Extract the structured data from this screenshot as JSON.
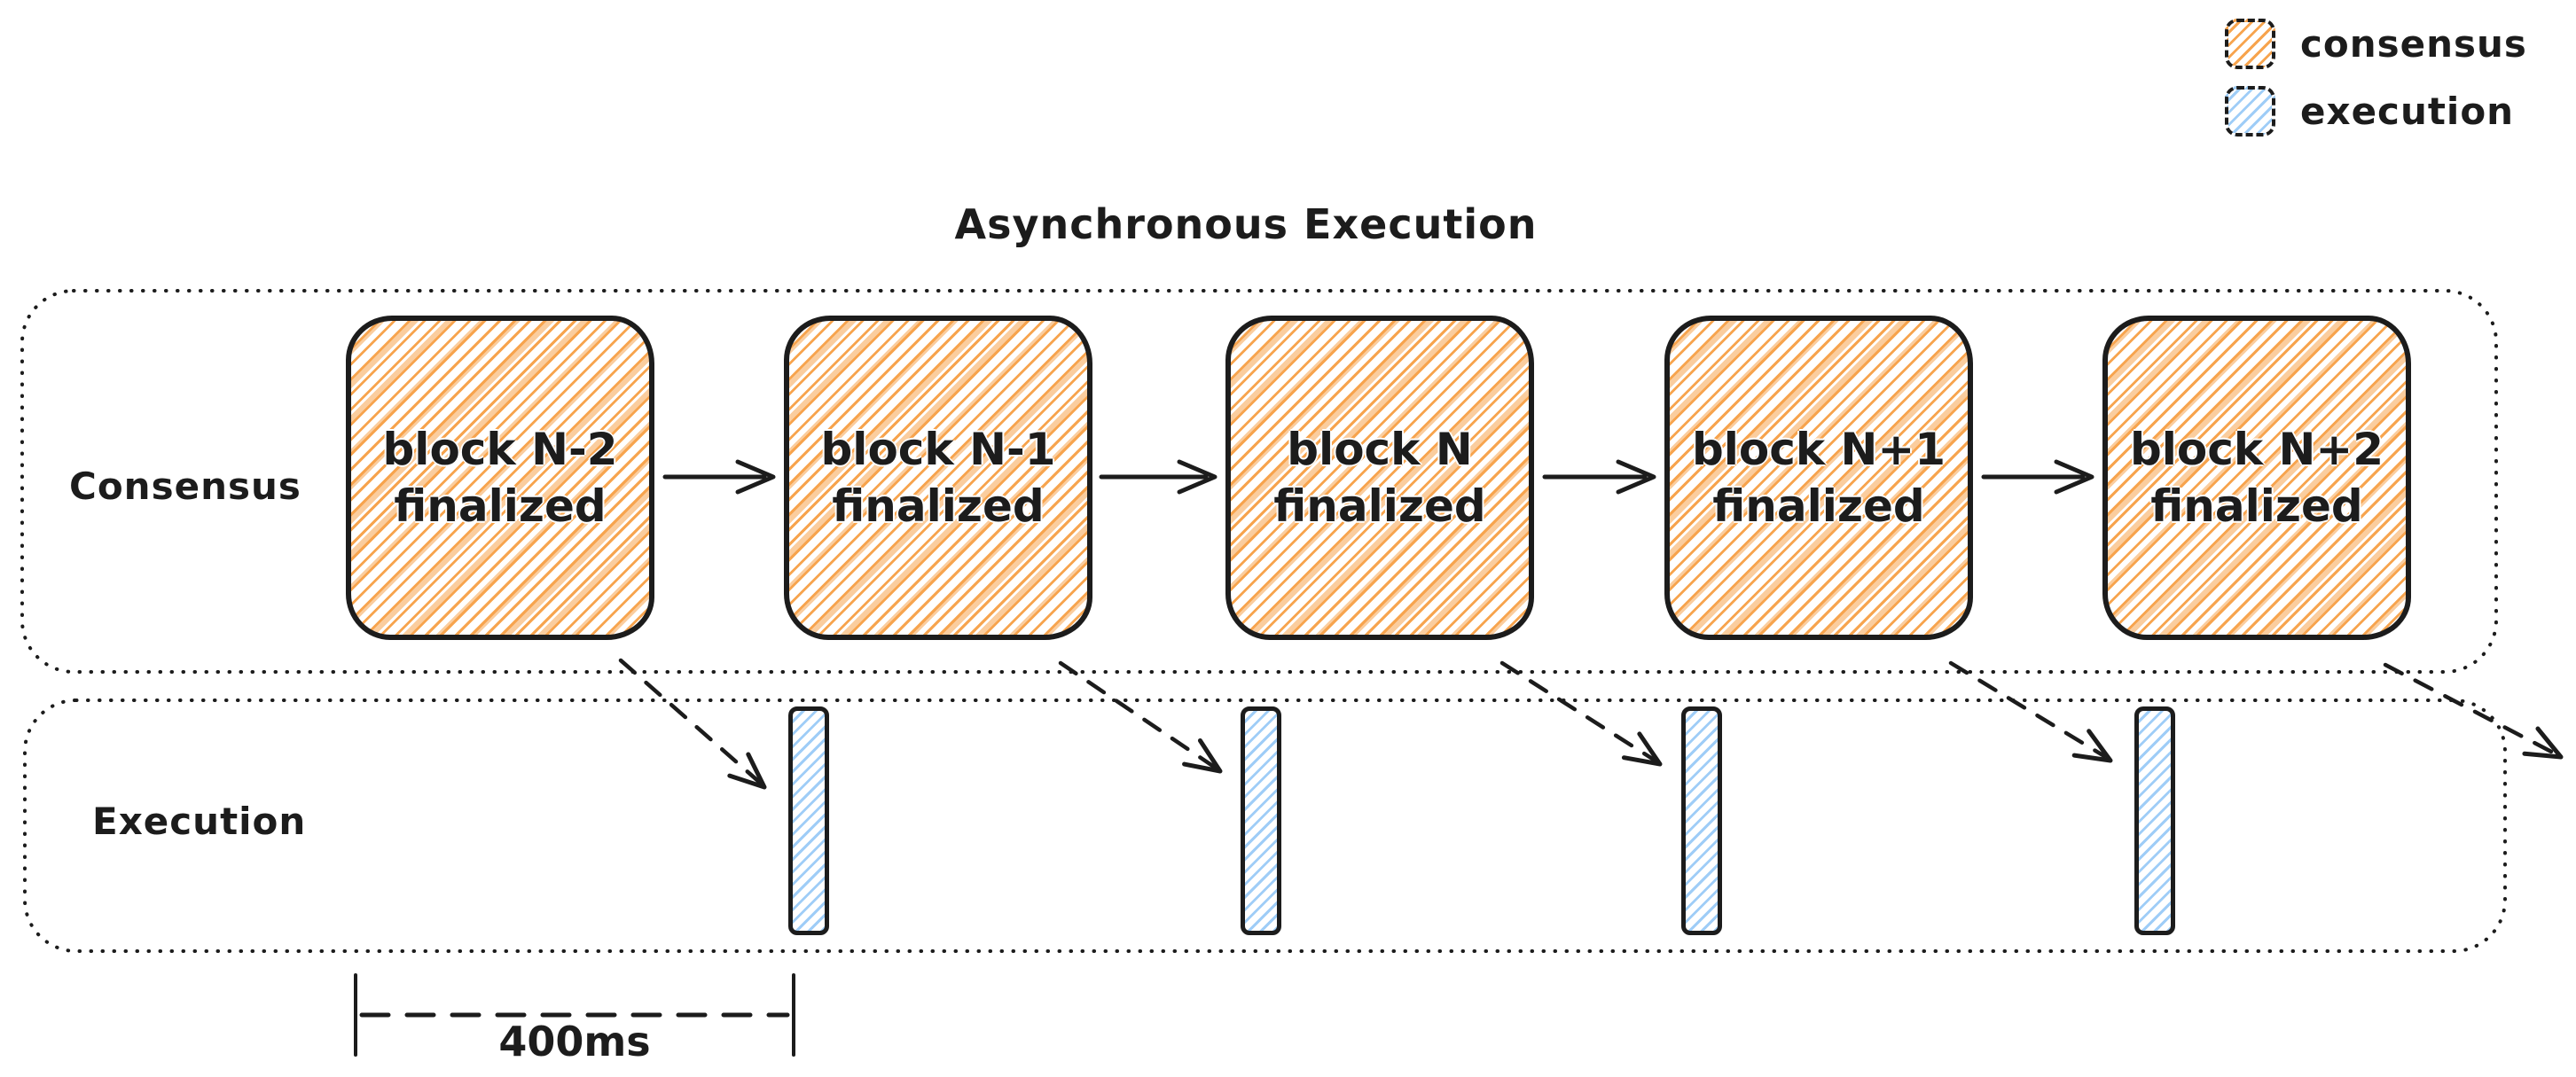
{
  "title": "Asynchronous Execution",
  "legend": {
    "items": [
      {
        "label": "consensus",
        "color": "#f7a44e"
      },
      {
        "label": "execution",
        "color": "#9fcdf7"
      }
    ]
  },
  "lanes": {
    "consensus_label": "Consensus",
    "execution_label": "Execution"
  },
  "blocks": [
    {
      "label": "block N-2\nfinalized"
    },
    {
      "label": "block N-1\nfinalized"
    },
    {
      "label": "block N\nfinalized"
    },
    {
      "label": "block N+1\nfinalized"
    },
    {
      "label": "block N+2\nfinalized"
    }
  ],
  "execution_bars": {
    "count": 4
  },
  "measurement": {
    "label": "400ms"
  },
  "colors": {
    "stroke": "#1c1c1c",
    "consensus_hatch": "#f7a44e",
    "execution_hatch": "#9fcdf7",
    "background": "#ffffff"
  }
}
